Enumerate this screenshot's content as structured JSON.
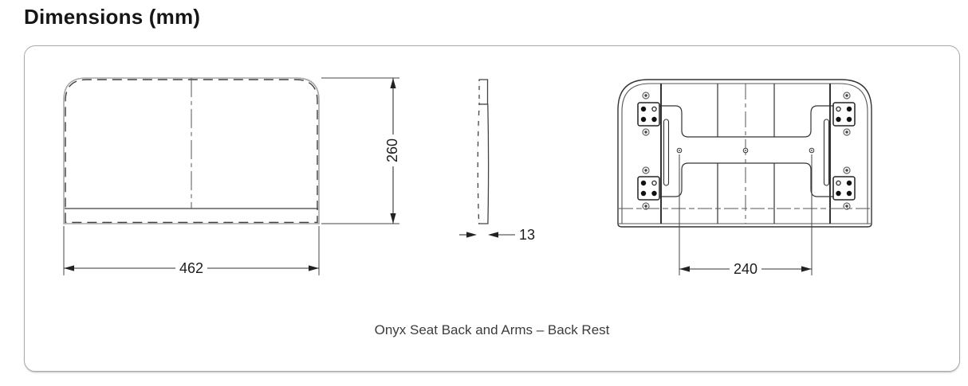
{
  "title": "Dimensions (mm)",
  "caption": "Onyx Seat Back and Arms – Back Rest",
  "dimensions": {
    "width": "462",
    "height": "260",
    "thickness": "13",
    "mount_spacing": "240"
  }
}
